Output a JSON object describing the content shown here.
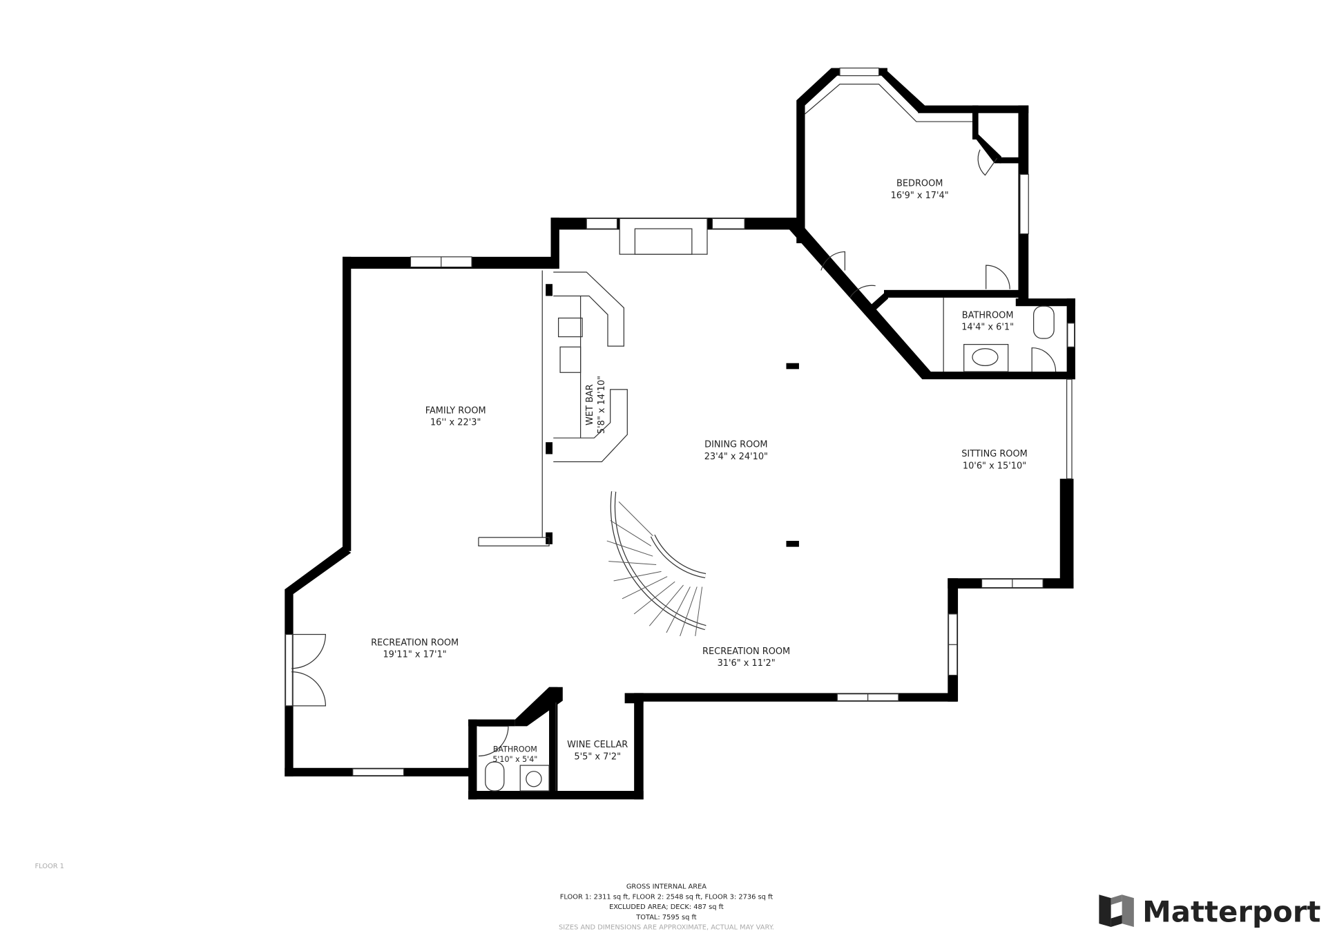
{
  "floor_label": "FLOOR 1",
  "rooms": {
    "bedroom": {
      "name": "BEDROOM",
      "size": "16'9\" x 17'4\""
    },
    "bathroom_upper": {
      "name": "BATHROOM",
      "size": "14'4\" x 6'1\""
    },
    "family_room": {
      "name": "FAMILY ROOM",
      "size": "16'' x 22'3\""
    },
    "wet_bar": {
      "name": "WET BAR",
      "size": "5'8\" x 14'10\""
    },
    "dining_room": {
      "name": "DINING ROOM",
      "size": "23'4\" x 24'10\""
    },
    "sitting_room": {
      "name": "SITTING ROOM",
      "size": "10'6\" x 15'10\""
    },
    "recreation_room_left": {
      "name": "RECREATION ROOM",
      "size": "19'11\" x 17'1\""
    },
    "recreation_room_right": {
      "name": "RECREATION ROOM",
      "size": "31'6\" x 11'2\""
    },
    "bathroom_lower": {
      "name": "BATHROOM",
      "size": "5'10\" x 5'4\""
    },
    "wine_cellar": {
      "name": "WINE CELLAR",
      "size": "5'5\" x 7'2\""
    }
  },
  "footer": {
    "title": "GROSS INTERNAL AREA",
    "floors": "FLOOR 1: 2311 sq ft, FLOOR 2: 2548 sq ft, FLOOR 3: 2736 sq ft",
    "excluded": "EXCLUDED AREA; DECK: 487 sq ft",
    "total": "TOTAL: 7595 sq ft",
    "disclaimer": "SIZES AND DIMENSIONS ARE APPROXIMATE, ACTUAL MAY VARY."
  },
  "brand": {
    "name": "Matterport",
    "icon": "matterport-logo-icon"
  }
}
